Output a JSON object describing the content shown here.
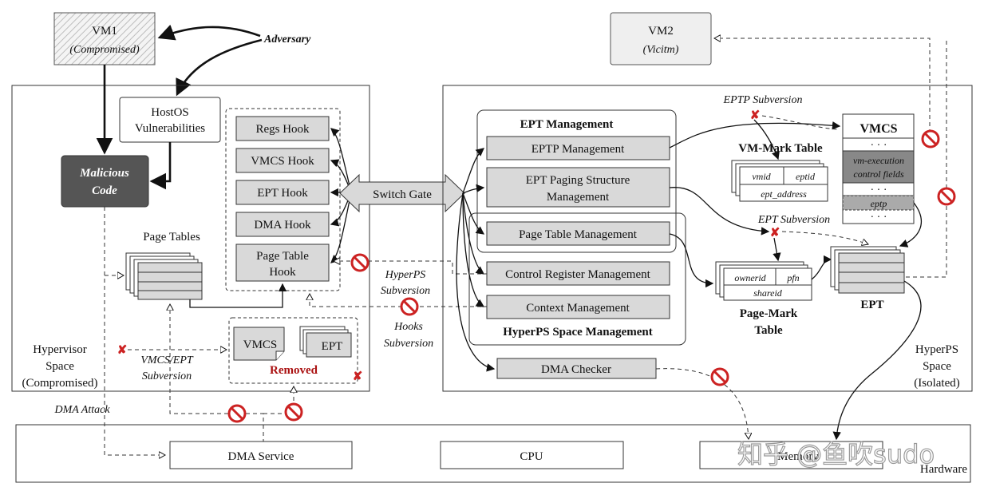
{
  "vm1": {
    "title": "VM1",
    "subtitle": "(Compromised)"
  },
  "vm2": {
    "title": "VM2",
    "subtitle": "(Vicitm)"
  },
  "adversary": "Adversary",
  "hostos": {
    "line1": "HostOS",
    "line2": "Vulnerabilities"
  },
  "malicious": {
    "line1": "Malicious",
    "line2": "Code"
  },
  "hooks": [
    "Regs Hook",
    "VMCS Hook",
    "EPT Hook",
    "DMA Hook"
  ],
  "page_table_hook": {
    "line1": "Page Table",
    "line2": "Hook"
  },
  "switch_gate": "Switch Gate",
  "page_tables_label": "Page Tables",
  "removed": {
    "vmcs": "VMCS",
    "ept": "EPT",
    "label": "Removed"
  },
  "hypervisor_space": {
    "line1": "Hypervisor",
    "line2": "Space",
    "line3": "(Compromised)"
  },
  "vmcs_ept_subversion": {
    "line1": "VMCS/EPT",
    "line2": "Subversion"
  },
  "dma_attack": "DMA Attack",
  "hyperps_subversion": {
    "line1": "HyperPS",
    "line2": "Subversion"
  },
  "hooks_subversion": {
    "line1": "Hooks",
    "line2": "Subversion"
  },
  "ept_management": {
    "title": "EPT  Management",
    "eptp": "EPTP Management",
    "paging_line1": "EPT Paging Structure",
    "paging_line2": "Management"
  },
  "hyperps_space_mgmt": {
    "title": "HyperPS Space Management",
    "page_table": "Page Table Management",
    "control_register": "Control Register Management",
    "context": "Context Management"
  },
  "dma_checker": "DMA Checker",
  "eptp_subversion": "EPTP Subversion",
  "ept_subversion": "EPT Subversion",
  "vm_mark_table": {
    "title": "VM-Mark Table",
    "vmid": "vmid",
    "eptid": "eptid",
    "ept_address": "ept_address"
  },
  "vmcs_box": {
    "title": "VMCS",
    "dots": "· · ·",
    "exec_line1": "vm-execution",
    "exec_line2": "control fields",
    "eptp": "eptp"
  },
  "page_mark_table": {
    "title_line1": "Page-Mark",
    "title_line2": "Table",
    "ownerid": "ownerid",
    "pfn": "pfn",
    "shareid": "shareid"
  },
  "ept_label": "EPT",
  "hyperps_space": {
    "line1": "HyperPS",
    "line2": "Space",
    "line3": "(Isolated)"
  },
  "hardware": {
    "label": "Hardware",
    "dma_service": "DMA Service",
    "cpu": "CPU",
    "memory": "Memory"
  },
  "watermark": "知乎 @鱼吹sudo",
  "colors": {
    "hook_fill": "#d9d9d9",
    "malicious_fill": "#555555",
    "x_mark": "#cc2222",
    "removed_text": "#aa1111",
    "forbid": "#cc2222"
  }
}
